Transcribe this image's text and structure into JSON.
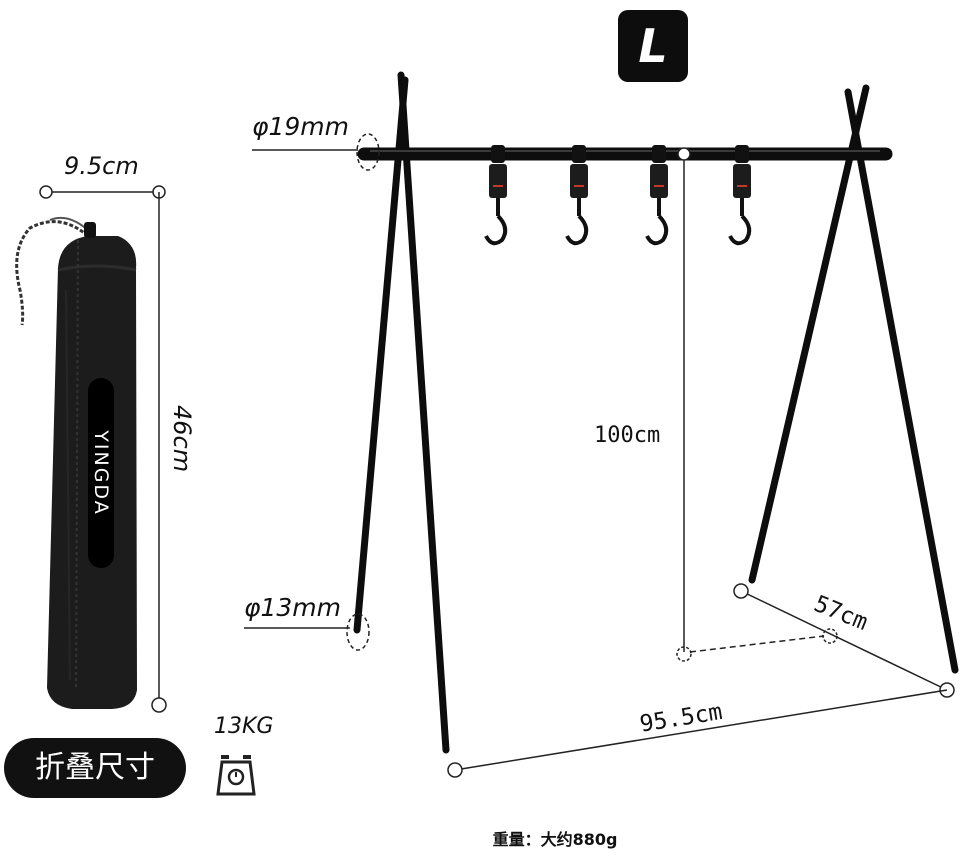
{
  "size_badge": "L",
  "dims": {
    "bag_width": "9.5cm",
    "bag_height": "46cm",
    "bar_diameter": "φ19mm",
    "leg_diameter": "φ13mm",
    "rack_height": "100cm",
    "rack_depth": "57cm",
    "rack_width": "95.5cm",
    "load_capacity": "13KG"
  },
  "bag_brand": "YINGDA",
  "folded_size_label": "折叠尺寸",
  "weight_note": "重量：大约880g",
  "icons": {
    "scale": "weighing-scale-icon"
  },
  "colors": {
    "frame": "#0d0d0d",
    "bag": "#1a1a1a",
    "badge": "#0d0d0d",
    "hook_accent": "#c0392b"
  }
}
